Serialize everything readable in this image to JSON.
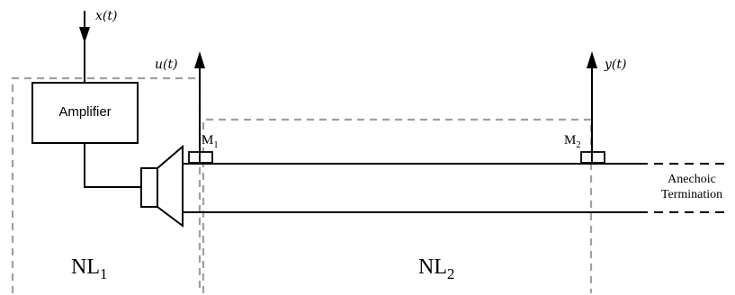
{
  "diagram": {
    "input_signal": "x(t)",
    "intermediate_signal": "u(t)",
    "output_signal": "y(t)",
    "amplifier_label": "Amplifier",
    "mic1": {
      "base": "M",
      "sub": "1"
    },
    "mic2": {
      "base": "M",
      "sub": "2"
    },
    "termination_line1": "Anechoic",
    "termination_line2": "Termination",
    "block1": {
      "base": "NL",
      "sub": "1"
    },
    "block2": {
      "base": "NL",
      "sub": "2"
    },
    "colors": {
      "line": "#000000",
      "dashed_box": "#a0a0a0"
    }
  }
}
